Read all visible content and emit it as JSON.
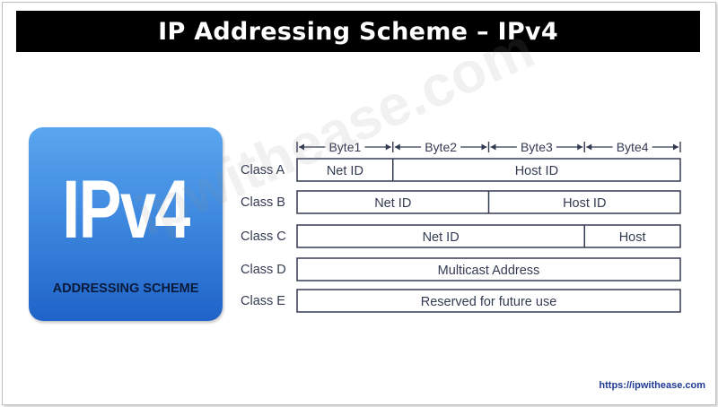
{
  "title": "IP Addressing Scheme – IPv4",
  "logo": {
    "main": "IPv4",
    "subtitle": "ADDRESSING SCHEME"
  },
  "watermark": "ipwithease.com",
  "url": "https://ipwithease.com",
  "diagram": {
    "bytes": [
      "Byte1",
      "Byte2",
      "Byte3",
      "Byte4"
    ],
    "classes": [
      {
        "label": "Class A",
        "fields": [
          {
            "text": "Net ID",
            "bytes": 1
          },
          {
            "text": "Host ID",
            "bytes": 3
          }
        ]
      },
      {
        "label": "Class B",
        "fields": [
          {
            "text": "Net ID",
            "bytes": 2
          },
          {
            "text": "Host ID",
            "bytes": 2
          }
        ]
      },
      {
        "label": "Class C",
        "fields": [
          {
            "text": "Net ID",
            "bytes": 3
          },
          {
            "text": "Host",
            "bytes": 1
          }
        ]
      },
      {
        "label": "Class D",
        "fields": [
          {
            "text": "Multicast Address",
            "bytes": 4
          }
        ]
      },
      {
        "label": "Class E",
        "fields": [
          {
            "text": "Reserved for future use",
            "bytes": 4
          }
        ]
      }
    ]
  },
  "colors": {
    "title_bg": "#000000",
    "title_fg": "#ffffff",
    "logo_blue": "#3f8ae0",
    "diagram_ink": "#333b52",
    "url": "#1f3a93"
  }
}
